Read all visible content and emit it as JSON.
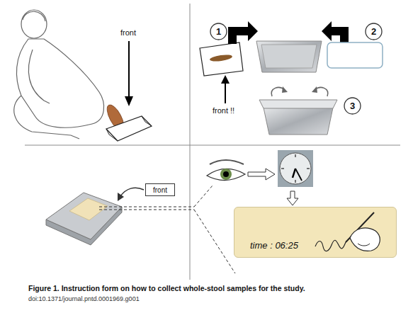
{
  "diagram": {
    "caption": "Figure 1. Instruction form on how to collect whole-stool samples for the study.",
    "nodes": [
      {
        "text": [
          "1"
        ]
      },
      {
        "text": [
          "2"
        ]
      },
      {
        "text": [
          "3"
        ]
      },
      {
        "text": [
          "front"
        ]
      },
      {
        "text": [
          "time : 06:25"
        ]
      }
    ],
    "labels": [
      "front",
      "front !!",
      "doi:10.1371/journal.pntd.0001969.g001"
    ]
  }
}
